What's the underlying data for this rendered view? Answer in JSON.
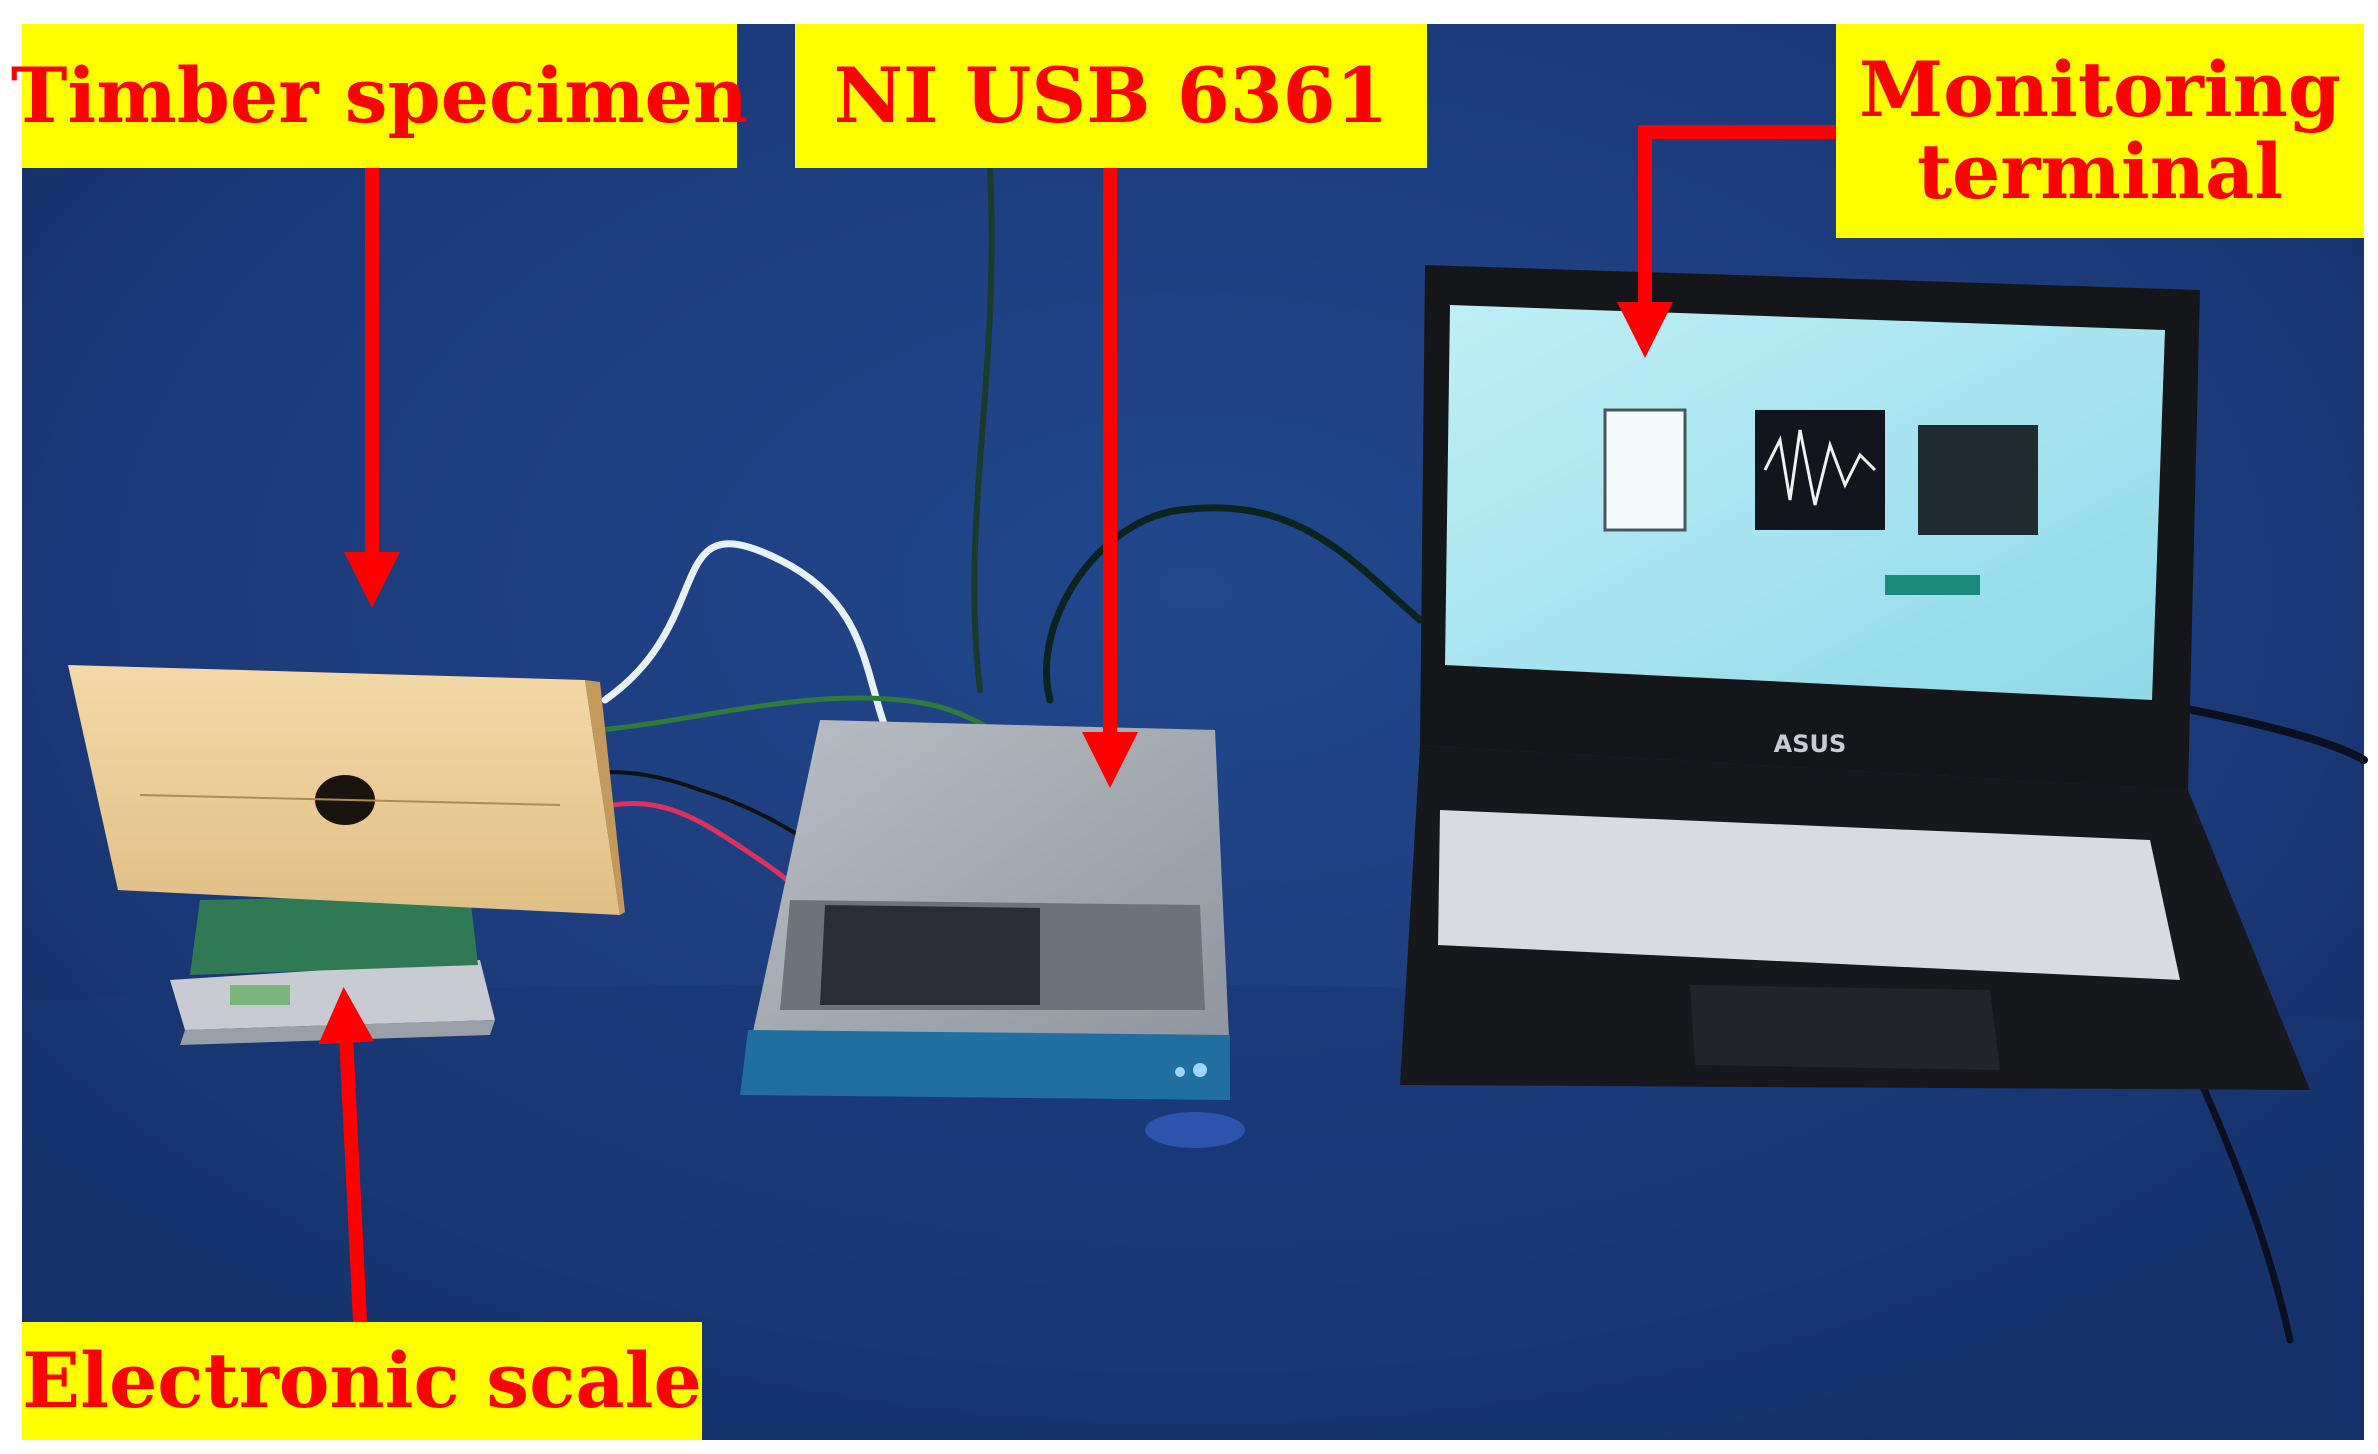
{
  "labels": {
    "timber_specimen": "Timber specimen",
    "ni_usb": "NI USB 6361",
    "monitoring_line1": "Monitoring",
    "monitoring_line2": "terminal",
    "electronic_scale": "Electronic scale"
  },
  "laptop_logo": "ASUS",
  "colors": {
    "label_background": "#ffff00",
    "label_text": "#ff0000",
    "arrow": "#ff0000",
    "backdrop": "#1b3a7a"
  }
}
